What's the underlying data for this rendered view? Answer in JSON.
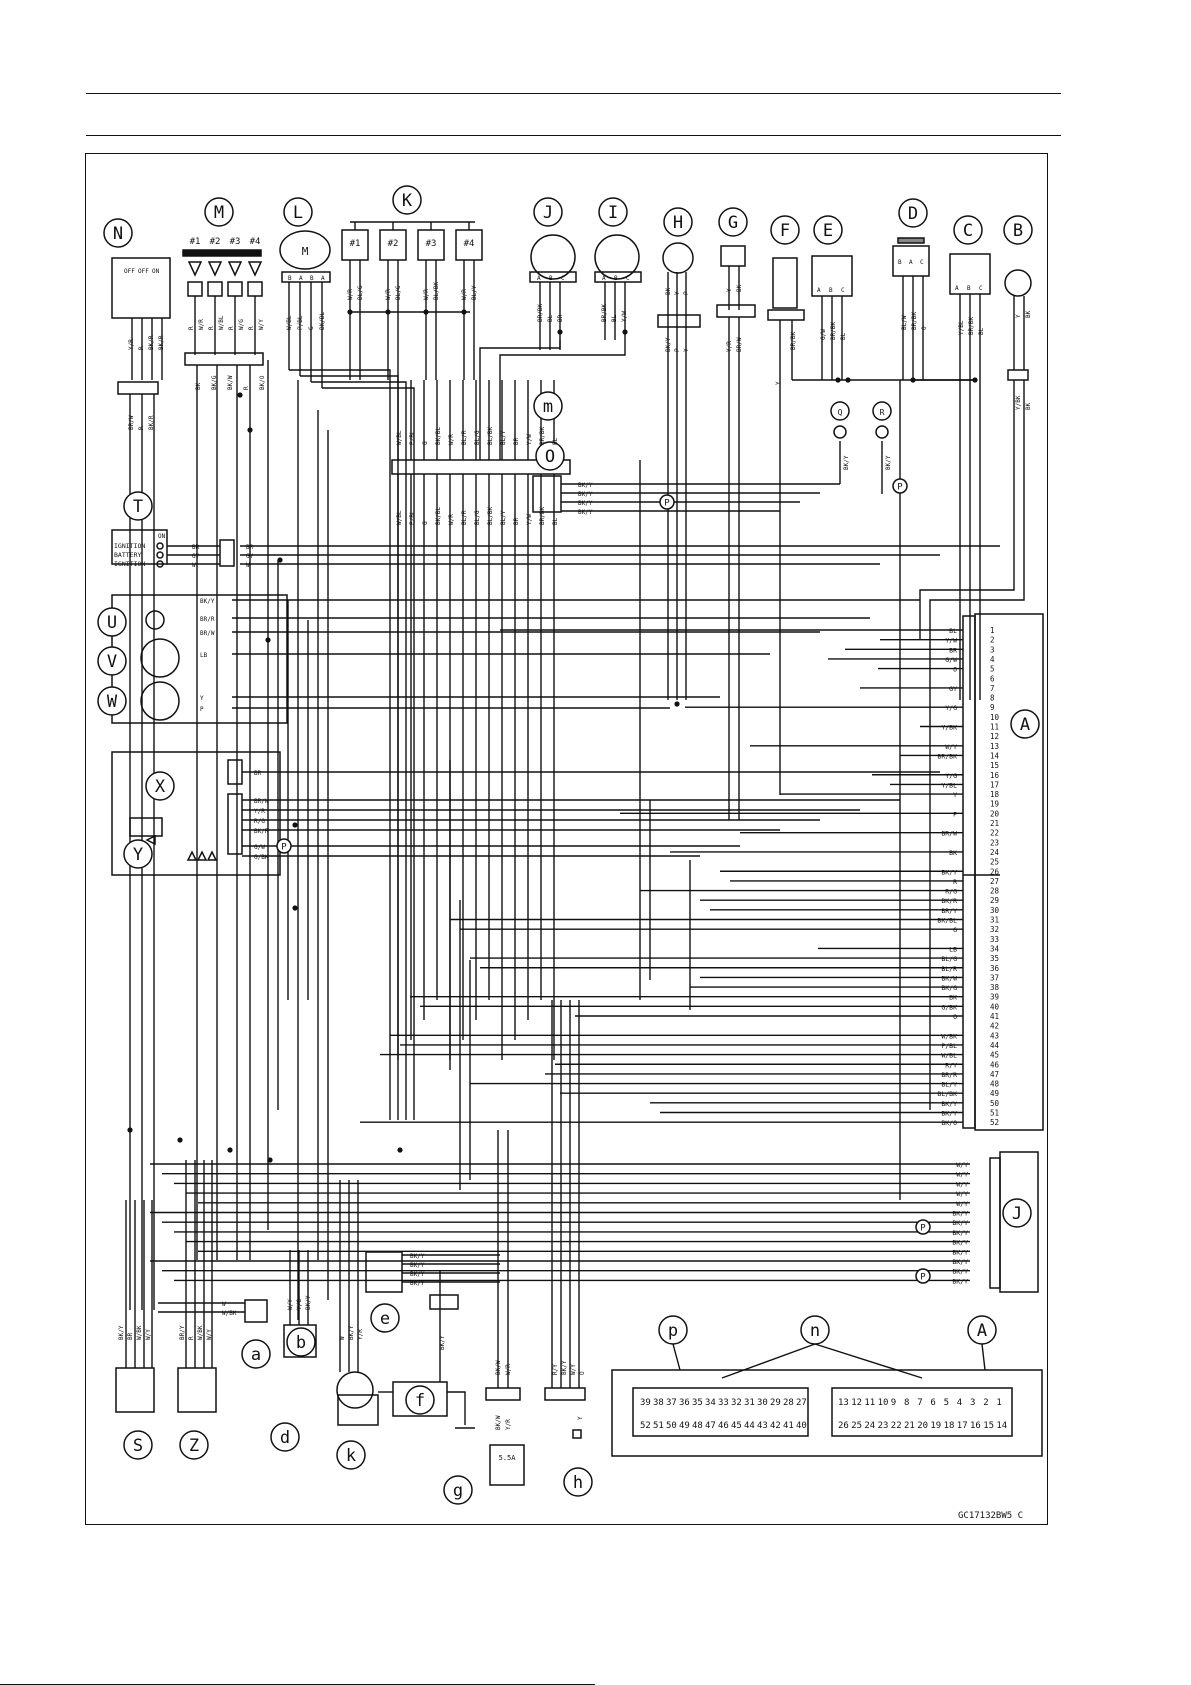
{
  "drawing_code": "GC17132BW5 C",
  "callouts": [
    "N",
    "M",
    "L",
    "K",
    "J",
    "I",
    "H",
    "G",
    "F",
    "E",
    "D",
    "C",
    "B",
    "O",
    "T",
    "U",
    "V",
    "W",
    "X",
    "Y",
    "A",
    "S",
    "Z",
    "a",
    "b",
    "d",
    "k",
    "f",
    "g",
    "h",
    "e",
    "m",
    "p",
    "n",
    "Q",
    "R",
    "P"
  ],
  "ignition_switch_N": {
    "positions": [
      "OFF",
      "OFF",
      "ON"
    ],
    "wires": [
      "Y/R",
      "R",
      "BK/R",
      "BK/R"
    ],
    "lower_wires": [
      "BR/W",
      "R",
      "BK/R"
    ]
  },
  "injectors_M": {
    "labels": [
      "#1",
      "#2",
      "#3",
      "#4"
    ],
    "top_wires": [
      "R",
      "W/R",
      "R",
      "W/BL",
      "R",
      "W/G",
      "R",
      "W/Y"
    ],
    "lower_wires": [
      "BK",
      "BK/G",
      "BK/W",
      "R",
      "BK/O"
    ]
  },
  "motor_L": {
    "symbol": "M",
    "pins": [
      "B",
      "A",
      "B",
      "A"
    ],
    "wires": [
      "W/BL",
      "P/BL",
      "G",
      "BK/BL"
    ]
  },
  "coils_K": {
    "labels": [
      "#1",
      "#2",
      "#3",
      "#4"
    ],
    "wires": [
      "W/R",
      "BL/G",
      "W/R",
      "BL/G",
      "W/R",
      "BL/BK",
      "W/R",
      "BL/Y"
    ]
  },
  "sensor_J": {
    "pins": [
      "A",
      "B",
      "C"
    ],
    "wires": [
      "BR/BK",
      "BL",
      "BR"
    ]
  },
  "sensor_I": {
    "pins": [
      "A",
      "B",
      "C"
    ],
    "wires": [
      "BR/BK",
      "BL",
      "Y/W"
    ]
  },
  "sensor_H": {
    "wires": [
      "BK",
      "Y",
      "P"
    ],
    "lower_wires": [
      "BK/Y",
      "P",
      "Y"
    ]
  },
  "sensor_G": {
    "wires": [
      "Y",
      "BK"
    ],
    "lower_wires": [
      "Y/R",
      "BR/W"
    ]
  },
  "sensor_F": {
    "wires": [
      "BR/BK"
    ],
    "lower": "Y"
  },
  "sensor_E": {
    "pins": [
      "A",
      "B",
      "C"
    ],
    "wires": [
      "G/W",
      "BR/BK",
      "BL"
    ]
  },
  "sensor_D": {
    "pins": [
      "B",
      "A",
      "C"
    ],
    "wires": [
      "BL/W",
      "BR/BK",
      "O"
    ]
  },
  "sensor_C": {
    "pins": [
      "A",
      "B",
      "C"
    ],
    "wires": [
      "Y/BL",
      "BR/BK",
      "BL"
    ]
  },
  "sensor_B": {
    "wires": [
      "Y",
      "BK"
    ],
    "lower_wires": [
      "Y/BK",
      "BK"
    ]
  },
  "joint_m": {
    "wires": [
      "W/BL",
      "P/BL",
      "G",
      "BK/BL",
      "W/R",
      "BL/R",
      "BL/G",
      "BL/BK",
      "BL/Y",
      "BR",
      "Y/W",
      "BR/BK",
      "BL"
    ]
  },
  "connector_O": {
    "wires": [
      "BK/Y",
      "BK/Y",
      "BK/Y",
      "BK/Y"
    ]
  },
  "connectors_QR": {
    "Q": "BK/Y",
    "R": "BK/Y"
  },
  "switch_T": {
    "header": "ON",
    "rows": [
      "IGNITION",
      "BATTERY",
      "IGNITION"
    ],
    "wires": [
      "BR",
      "GY",
      "W"
    ]
  },
  "meter_UVW": {
    "wires": [
      "BK/Y",
      "BR/R",
      "BR/W",
      "LB",
      "Y",
      "P"
    ]
  },
  "relay_XY": {
    "wires": [
      "BR",
      "BR/W",
      "Y/R",
      "R/G",
      "BK/R",
      "G/W",
      "G/BK"
    ]
  },
  "ecu_A": {
    "pins": [
      {
        "n": "1",
        "w": "BL"
      },
      {
        "n": "2",
        "w": "Y/W"
      },
      {
        "n": "3",
        "w": "BR"
      },
      {
        "n": "4",
        "w": "G/W"
      },
      {
        "n": "5",
        "w": "O"
      },
      {
        "n": "6",
        "w": ""
      },
      {
        "n": "7",
        "w": "GY"
      },
      {
        "n": "8",
        "w": ""
      },
      {
        "n": "9",
        "w": "Y/G"
      },
      {
        "n": "10",
        "w": ""
      },
      {
        "n": "11",
        "w": "Y/BK"
      },
      {
        "n": "12",
        "w": ""
      },
      {
        "n": "13",
        "w": "W/Y"
      },
      {
        "n": "14",
        "w": "BR/BK"
      },
      {
        "n": "15",
        "w": ""
      },
      {
        "n": "16",
        "w": "Y/G"
      },
      {
        "n": "17",
        "w": "Y/BL"
      },
      {
        "n": "18",
        "w": "Y"
      },
      {
        "n": "19",
        "w": ""
      },
      {
        "n": "20",
        "w": "P"
      },
      {
        "n": "21",
        "w": ""
      },
      {
        "n": "22",
        "w": "BR/W"
      },
      {
        "n": "23",
        "w": ""
      },
      {
        "n": "24",
        "w": "BK"
      },
      {
        "n": "25",
        "w": ""
      },
      {
        "n": "26",
        "w": "BK/Y"
      },
      {
        "n": "27",
        "w": "R"
      },
      {
        "n": "28",
        "w": "R/G"
      },
      {
        "n": "29",
        "w": "BK/R"
      },
      {
        "n": "30",
        "w": "BR/Y"
      },
      {
        "n": "31",
        "w": "BK/BL"
      },
      {
        "n": "32",
        "w": "G"
      },
      {
        "n": "33",
        "w": ""
      },
      {
        "n": "34",
        "w": "LB"
      },
      {
        "n": "35",
        "w": "BL/G"
      },
      {
        "n": "36",
        "w": "BL/R"
      },
      {
        "n": "37",
        "w": "BK/W"
      },
      {
        "n": "38",
        "w": "BK/G"
      },
      {
        "n": "39",
        "w": "BK"
      },
      {
        "n": "40",
        "w": "G/BK"
      },
      {
        "n": "41",
        "w": "O"
      },
      {
        "n": "42",
        "w": ""
      },
      {
        "n": "43",
        "w": "W/BK"
      },
      {
        "n": "44",
        "w": "P/BL"
      },
      {
        "n": "45",
        "w": "W/BL"
      },
      {
        "n": "46",
        "w": "R/Y"
      },
      {
        "n": "47",
        "w": "BR/R"
      },
      {
        "n": "48",
        "w": "BL/Y"
      },
      {
        "n": "49",
        "w": "BL/BK"
      },
      {
        "n": "50",
        "w": "BK/Y"
      },
      {
        "n": "51",
        "w": "BK/Y"
      },
      {
        "n": "52",
        "w": "BK/O"
      }
    ]
  },
  "joint_J": {
    "wires": [
      "W/Y",
      "W/Y",
      "W/Y",
      "W/Y",
      "W/Y",
      "BK/Y",
      "BK/Y",
      "BK/Y",
      "BK/Y",
      "BK/Y",
      "BK/Y",
      "BK/Y",
      "BK/Y"
    ]
  },
  "connector_e": {
    "wires": [
      "BK/Y",
      "BK/Y",
      "BK/Y",
      "BK/Y"
    ]
  },
  "bottom_labels": {
    "S": [
      "BK/Y",
      "BR",
      "W/BK",
      "W/Y"
    ],
    "Z": [
      "BR/Y",
      "R",
      "W/BK",
      "W/Y"
    ],
    "a": [
      "W",
      "W/BK"
    ],
    "b": [
      "W/Y",
      "Y/G",
      "BK/Y"
    ],
    "d": [
      "W",
      "BK/Y",
      "Y/R"
    ],
    "f": "BK/Y",
    "g": {
      "wires": [
        "BK/W",
        "W/R"
      ],
      "lower_wires": [
        "BK/W",
        "Y/R"
      ],
      "fuse": "5.5A"
    },
    "h": {
      "wires": [
        "R/Y",
        "BK/Y",
        "W/Y",
        "O"
      ],
      "lower": "Y"
    }
  },
  "ecu_face": {
    "top_left": [
      "39",
      "38",
      "37",
      "36",
      "35",
      "34",
      "33",
      "32",
      "31",
      "30",
      "29",
      "28",
      "27"
    ],
    "bottom_left": [
      "52",
      "51",
      "50",
      "49",
      "48",
      "47",
      "46",
      "45",
      "44",
      "43",
      "42",
      "41",
      "40"
    ],
    "top_right": [
      "13",
      "12",
      "11",
      "10",
      "9",
      "8",
      "7",
      "6",
      "5",
      "4",
      "3",
      "2",
      "1"
    ],
    "bottom_right": [
      "26",
      "25",
      "24",
      "23",
      "22",
      "21",
      "20",
      "19",
      "18",
      "17",
      "16",
      "15",
      "14"
    ]
  }
}
